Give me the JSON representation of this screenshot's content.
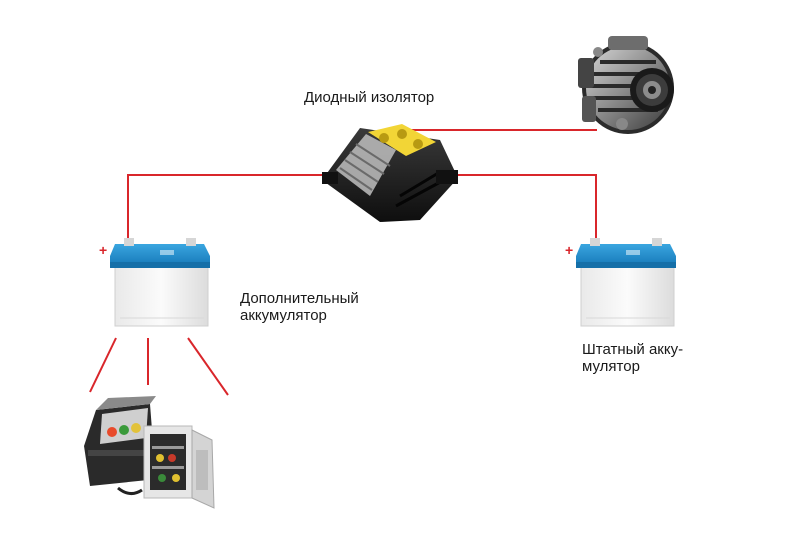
{
  "labels": {
    "isolator": "Диодный изолятор",
    "aux_battery_line1": "Дополнительный",
    "aux_battery_line2": "аккумулятор",
    "main_battery_line1": "Штатный акку-",
    "main_battery_line2": "мулятор",
    "plus_aux": "+",
    "plus_main": "+"
  },
  "icons": {
    "alternator": "alternator-icon",
    "isolator": "diode-isolator-icon",
    "aux_battery": "battery-icon",
    "main_battery": "battery-icon",
    "fridges": "portable-fridge-icon"
  },
  "colors": {
    "wire": "#d9262b",
    "battery_top": "#1f8fd0",
    "battery_body": "#f2f2f2",
    "isolator_body": "#1c1c1c",
    "isolator_terminals": "#f2d536"
  }
}
